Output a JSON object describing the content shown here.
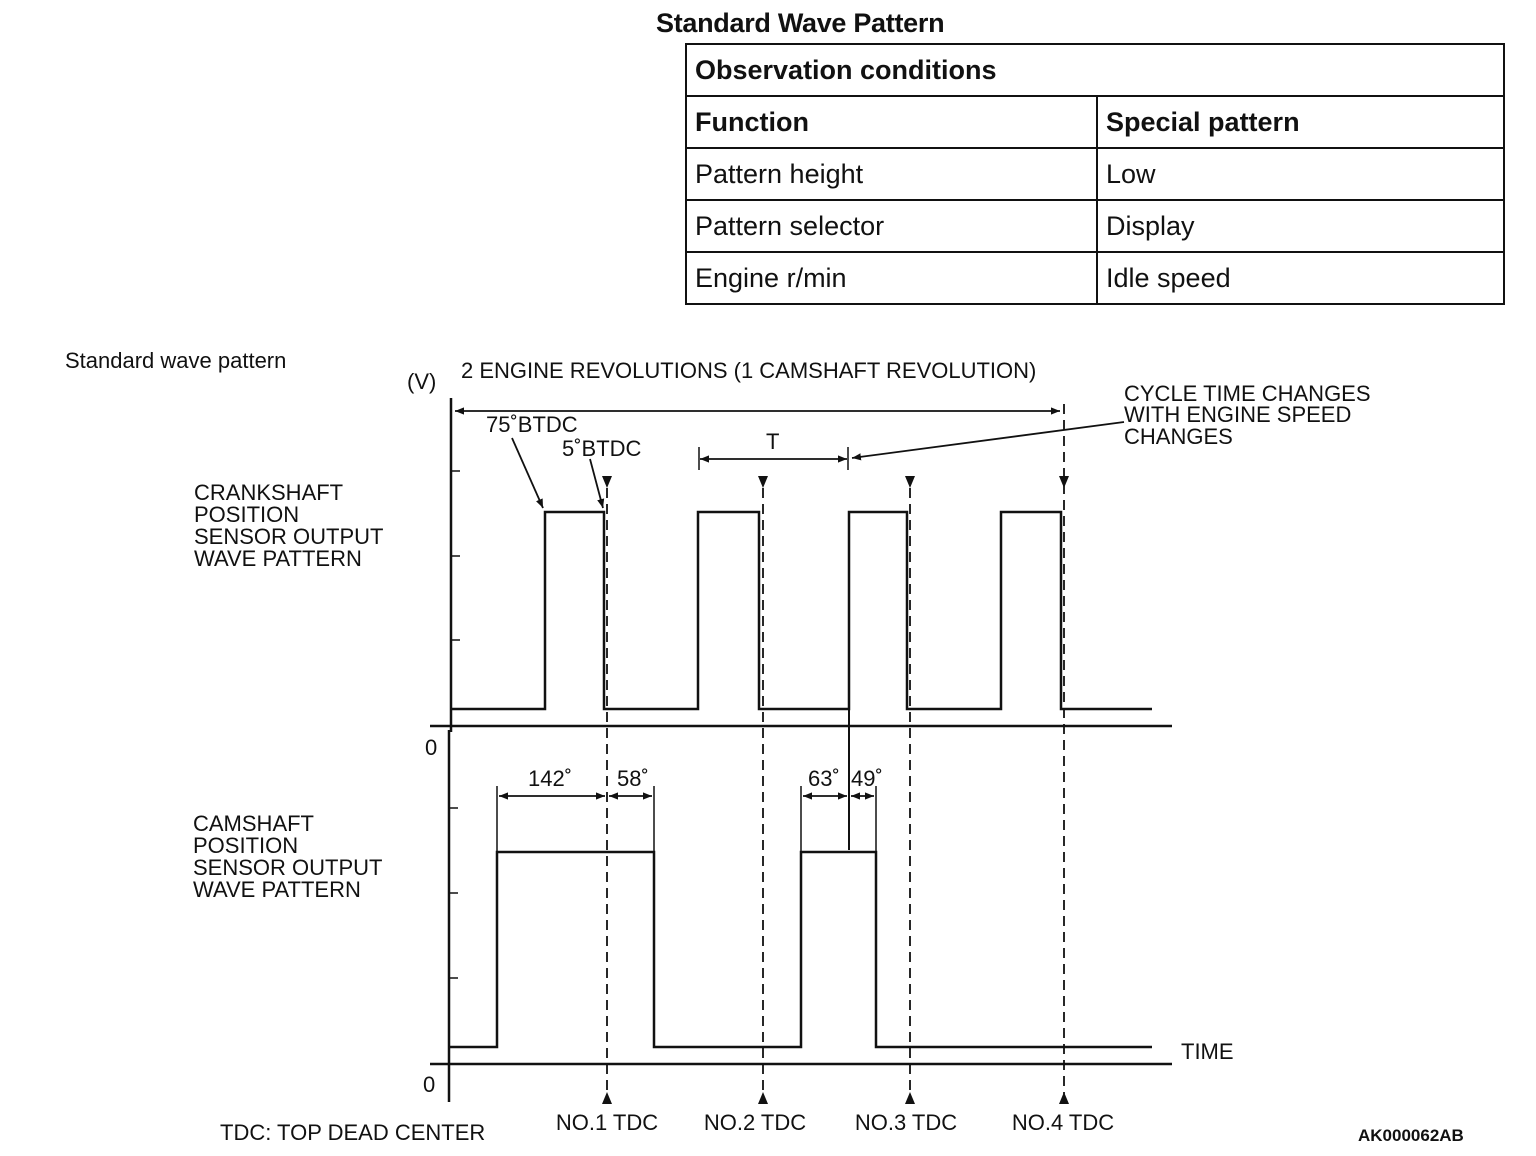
{
  "section_title": "Standard Wave Pattern",
  "conditions_table": {
    "title": "Observation conditions",
    "header": [
      "Function",
      "Special pattern"
    ],
    "rows": [
      [
        "Pattern height",
        "Low"
      ],
      [
        "Pattern selector",
        "Display"
      ],
      [
        "Engine r/min",
        "Idle speed"
      ]
    ]
  },
  "diagram": {
    "caption": "Standard wave pattern",
    "v_axis_label": "(V)",
    "zero_label": "0",
    "span_label": "2 ENGINE REVOLUTIONS (1 CAMSHAFT REVOLUTION)",
    "cycle_note": [
      "CYCLE TIME CHANGES",
      "WITH ENGINE SPEED",
      "CHANGES"
    ],
    "period_label": "T",
    "btdc_75": "75˚BTDC",
    "btdc_5": "5˚BTDC",
    "crank_label": [
      "CRANKSHAFT",
      "POSITION",
      "SENSOR OUTPUT",
      "WAVE PATTERN"
    ],
    "cam_label": [
      "CAMSHAFT",
      "POSITION",
      "SENSOR OUTPUT",
      "WAVE PATTERN"
    ],
    "cam_angles": [
      "142˚",
      "58˚",
      "63˚",
      "49˚"
    ],
    "time_label": "TIME",
    "tdc_labels": [
      "NO.1 TDC",
      "NO.2 TDC",
      "NO.3 TDC",
      "NO.4 TDC"
    ],
    "tdc_legend": "TDC: TOP DEAD CENTER",
    "figure_code": "AK000062AB"
  }
}
